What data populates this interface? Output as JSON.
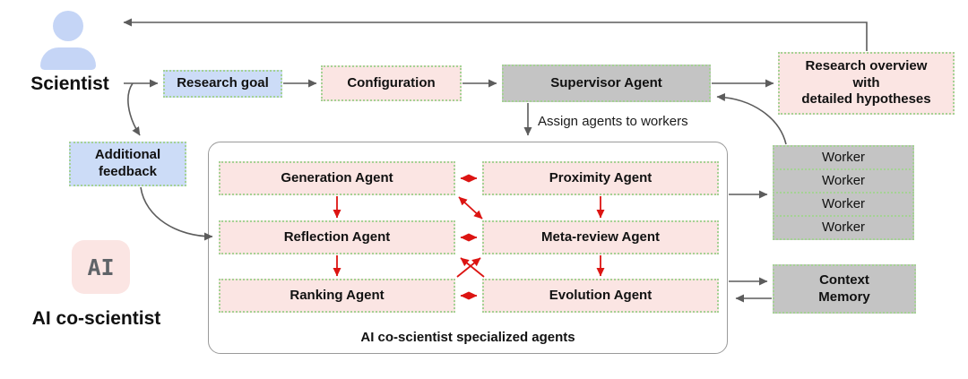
{
  "colors": {
    "blue_fill": "#ccdcf7",
    "pink_fill": "#fbe5e3",
    "gray_fill": "#c4c4c4",
    "dotted_border_green": "#a5d294",
    "red_arrow": "#dc1412",
    "gray_arrow": "#5c5c5c"
  },
  "icons": {
    "scientist": "person-silhouette-icon"
  },
  "scientist": {
    "label": "Scientist"
  },
  "ai": {
    "badge": "AI",
    "label": "AI co-scientist"
  },
  "flow": {
    "research_goal": "Research goal",
    "configuration": "Configuration",
    "supervisor": "Supervisor Agent",
    "assign_caption": "Assign agents to workers",
    "research_overview": {
      "line1": "Research overview",
      "line2": "with",
      "line3": "detailed hypotheses"
    },
    "additional_feedback": {
      "line1": "Additional",
      "line2": "feedback"
    }
  },
  "agents_box": {
    "caption": "AI co-scientist specialized agents",
    "generation": "Generation Agent",
    "proximity": "Proximity  Agent",
    "reflection": "Reflection Agent",
    "meta_review": "Meta-review Agent",
    "ranking": "Ranking Agent",
    "evolution": "Evolution Agent"
  },
  "infra": {
    "workers": [
      "Worker",
      "Worker",
      "Worker",
      "Worker"
    ],
    "context_memory": {
      "line1": "Context",
      "line2": "Memory"
    }
  }
}
